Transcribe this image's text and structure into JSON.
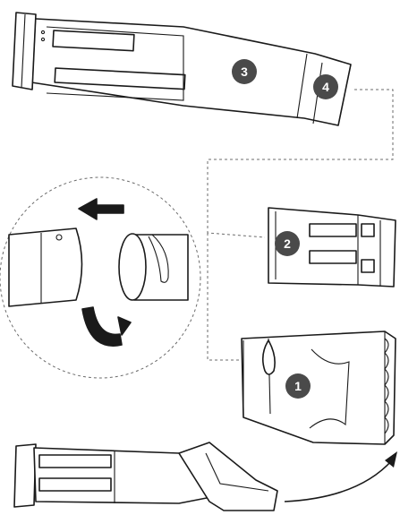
{
  "colors": {
    "line": "#1a1a1a",
    "badge": "#4a4a4a",
    "badge_text": "#ffffff",
    "guide": "#6b6b6b"
  },
  "badges": {
    "one": "1",
    "two": "2",
    "three": "3",
    "four": "4"
  },
  "icons": {
    "arrow": "arrow-left-icon",
    "rotate": "rotate-arrow-icon",
    "curve": "curved-arrow-icon"
  }
}
